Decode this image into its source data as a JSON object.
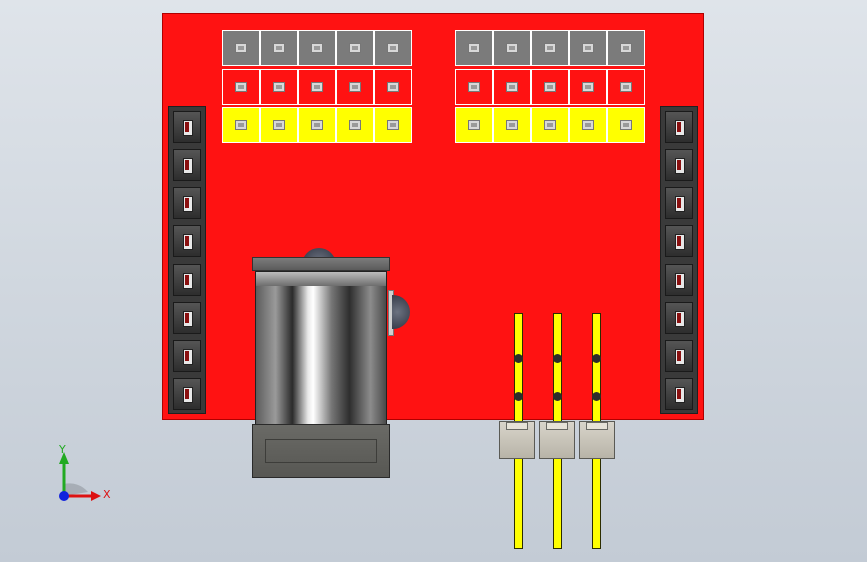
{
  "triad": {
    "y_label": "Y",
    "x_label": "X",
    "y_color": "#22aa22",
    "x_color": "#dd1111",
    "z_color": "#1122dd"
  },
  "colors": {
    "board": "#ff1212",
    "dip_top_row": "#7b7b7b",
    "dip_mid_row": "#ff1212",
    "dip_bottom_row": "#ffff00",
    "header_pins": "#3a3a3a",
    "right_angle_pins": "#ffff00",
    "pin_housing": "#cfcbc0",
    "background": "#d5dbe2"
  },
  "dip_banks": [
    {
      "side": "left",
      "rows": [
        "gray",
        "red",
        "yellow"
      ],
      "switches_per_row": 5
    },
    {
      "side": "right",
      "rows": [
        "gray",
        "red",
        "yellow"
      ],
      "switches_per_row": 5
    }
  ],
  "header_strips": [
    {
      "side": "left",
      "pin_count": 8
    },
    {
      "side": "right",
      "pin_count": 8
    }
  ],
  "right_angle_header": {
    "pin_count": 3
  },
  "icons": [
    "coordinate-triad-icon"
  ]
}
